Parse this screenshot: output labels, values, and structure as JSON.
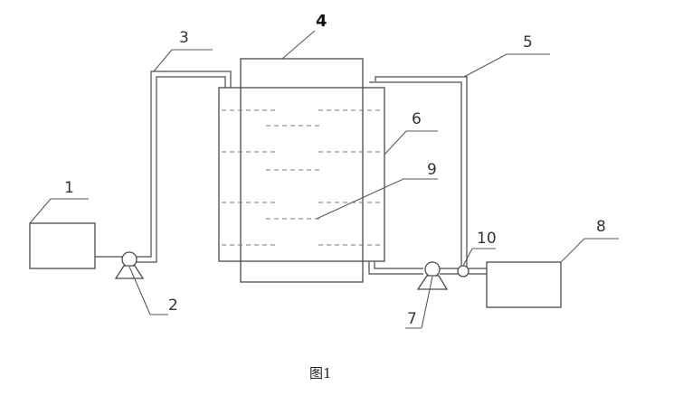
{
  "figure": {
    "caption": "图1",
    "labels": {
      "l1": "1",
      "l2": "2",
      "l3": "3",
      "l4": "4",
      "l5": "5",
      "l6": "6",
      "l7": "7",
      "l8": "8",
      "l9": "9",
      "l10": "10"
    }
  }
}
